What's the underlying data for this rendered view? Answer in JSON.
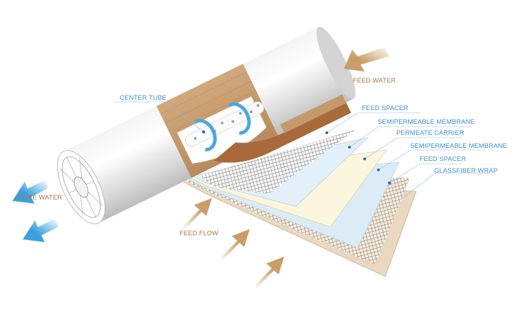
{
  "labels": {
    "feed_water": "FEED WATER",
    "center_tube": "CENTER TUBE",
    "pure_water": "PURE WATER",
    "feed_flow": "FEED FLOW",
    "layers": [
      "FEED SPACER",
      "SEMIPERMEABLE MEMBRANE",
      "PERMEATE CARRIER",
      "SEMIPERMEABLE MEMBRANE",
      "FEED SPACER",
      "GLASSFIBER WRAP"
    ]
  },
  "colors": {
    "label_blue": "#3d8fd2",
    "label_brown": "#a8764a",
    "roll_brown": "#c49a6c",
    "arrow_blue": "#3ca0e0",
    "arrow_tan": "#c99e68"
  }
}
